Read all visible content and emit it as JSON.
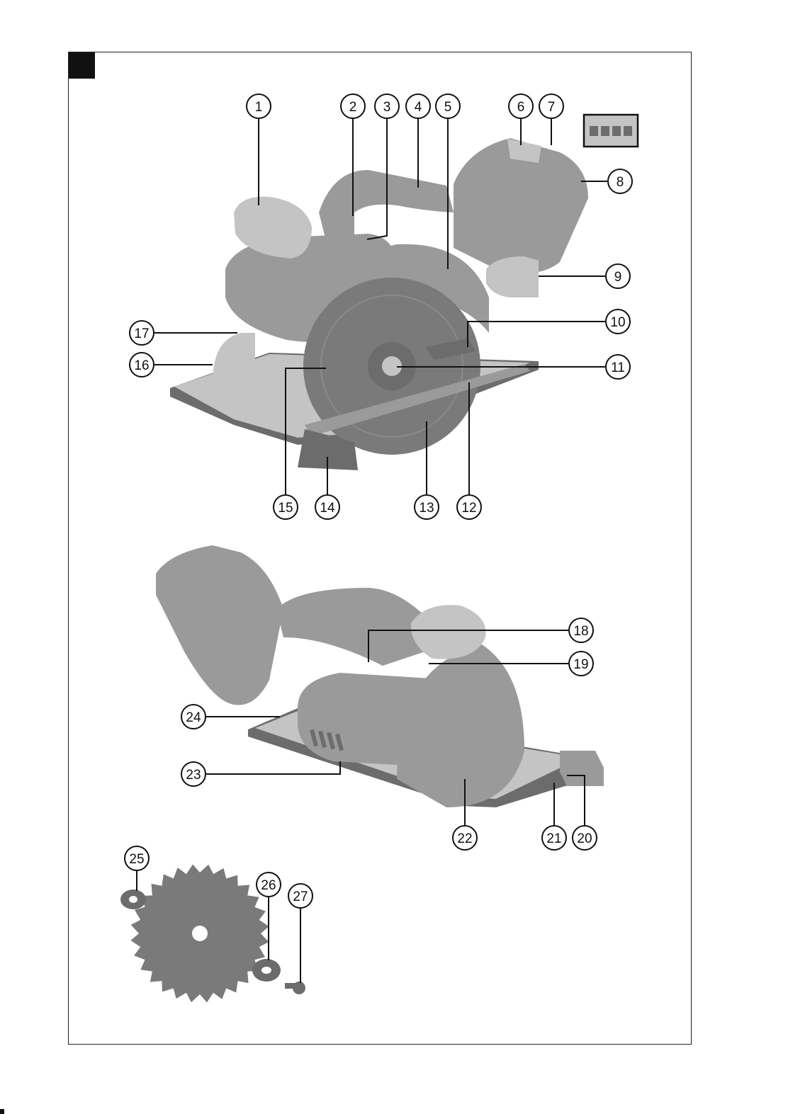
{
  "figure": {
    "colors": {
      "frame": "#222222",
      "tag": "#111111",
      "body": "#9a9a9a",
      "body_light": "#c4c4c4",
      "body_dark": "#6c6c6c",
      "blade": "#7a7a7a",
      "leader": "#111111"
    },
    "callouts": [
      "1",
      "2",
      "3",
      "4",
      "5",
      "6",
      "7",
      "8",
      "9",
      "10",
      "11",
      "12",
      "13",
      "14",
      "15",
      "16",
      "17",
      "18",
      "19",
      "20",
      "21",
      "22",
      "23",
      "24",
      "25",
      "26",
      "27"
    ]
  }
}
